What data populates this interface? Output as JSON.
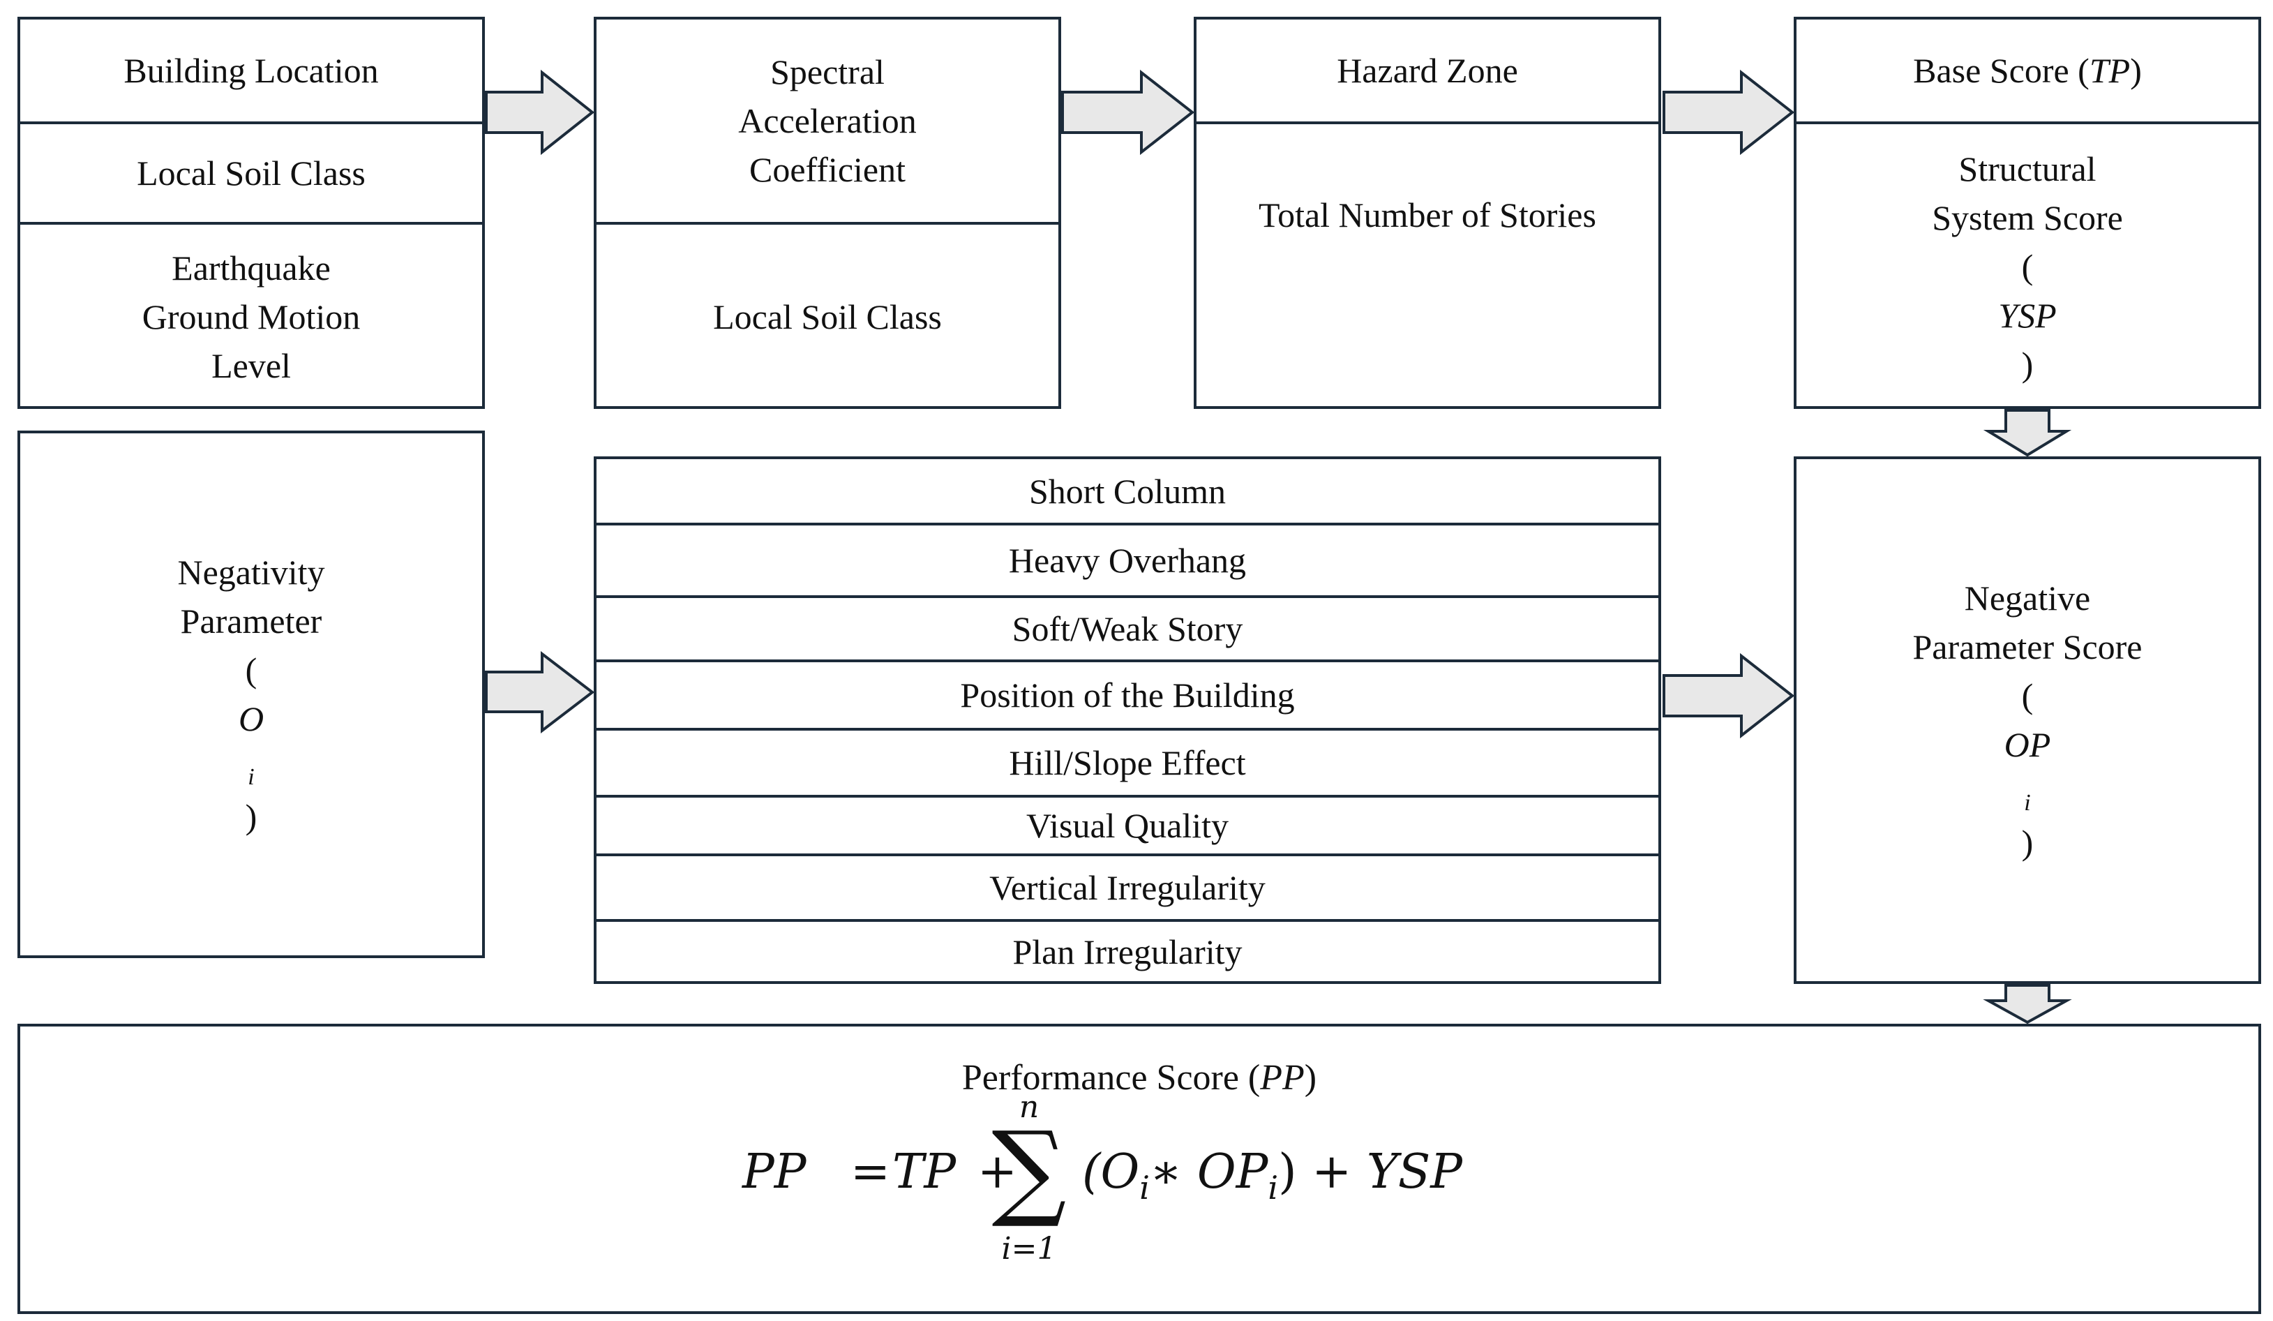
{
  "colors": {
    "stroke": "#1c2b3a",
    "arrow_fill": "#e8e8e8",
    "text": "#111111"
  },
  "box1": {
    "row1": "Building Location",
    "row2": "Local Soil Class",
    "row3_lines": [
      "Earthquake",
      "Ground Motion",
      "Level"
    ]
  },
  "box2": {
    "row1_lines": [
      "Spectral",
      "Acceleration",
      "Coefficient"
    ],
    "row2": "Local Soil Class"
  },
  "box3": {
    "row1": "Hazard Zone",
    "row2": "Total Number of Stories"
  },
  "box4": {
    "row1_text": "Base Score (",
    "row1_var": "TP",
    "row1_close": ")",
    "row2_lines": [
      "Structural",
      "System Score"
    ],
    "row2_open": "(",
    "row2_var": "YSP",
    "row2_close": ")"
  },
  "negativity": {
    "lines": [
      "Negativity",
      "Parameter"
    ],
    "open": "(",
    "var": "O",
    "sub": "i",
    "close": ")"
  },
  "parameters": [
    "Short Column",
    "Heavy Overhang",
    "Soft/Weak Story",
    "Position of the Building",
    "Hill/Slope Effect",
    "Visual Quality",
    "Vertical Irregularity",
    "Plan Irregularity"
  ],
  "negative_score": {
    "lines": [
      "Negative",
      "Parameter Score"
    ],
    "open": "(",
    "var": "OP",
    "sub": "i",
    "close": ")"
  },
  "performance": {
    "title_text": "Performance Score (",
    "title_var": "PP",
    "title_close": ")",
    "eq_lhs": "PP",
    "eq_equals": "=",
    "eq_tp": "TP",
    "eq_plus1": "+",
    "eq_sigma": "∑",
    "eq_upper": "n",
    "eq_lower": "i=1",
    "eq_term": "(O",
    "eq_term_sub1": "i",
    "eq_term_mid": "∗ OP",
    "eq_term_sub2": "i",
    "eq_term_close": ")",
    "eq_plus2": "+",
    "eq_ysp": "YSP"
  }
}
